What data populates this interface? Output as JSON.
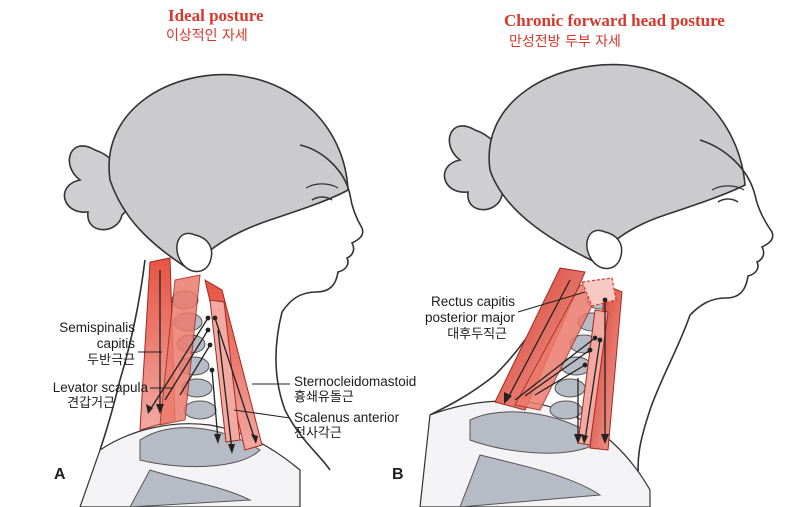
{
  "panel_a": {
    "title_en": "Ideal posture",
    "title_ko": "이상적인 자세",
    "letter": "A",
    "labels": {
      "semispinalis_line1": "Semispinalis",
      "semispinalis_line2": "capitis",
      "semispinalis_ko": "두반극근",
      "levator": "Levator scapula",
      "levator_ko": "견갑거근",
      "scm": "Sternocleidomastoid",
      "scm_ko": "흉쇄유돌근",
      "scalenus": "Scalenus anterior",
      "scalenus_ko": "전사각근"
    }
  },
  "panel_b": {
    "title_en": "Chronic forward head posture",
    "title_ko": "만성전방 두부 자세",
    "letter": "B",
    "labels": {
      "rectus_line1": "Rectus capitis",
      "rectus_line2": "posterior major",
      "rectus_ko": "대후두직근"
    }
  },
  "colors": {
    "accent": "#d8382b",
    "muscle": "#e04b3c",
    "hair": "#c9c9cc",
    "bone": "#b4b8c4",
    "outline": "#333333"
  }
}
